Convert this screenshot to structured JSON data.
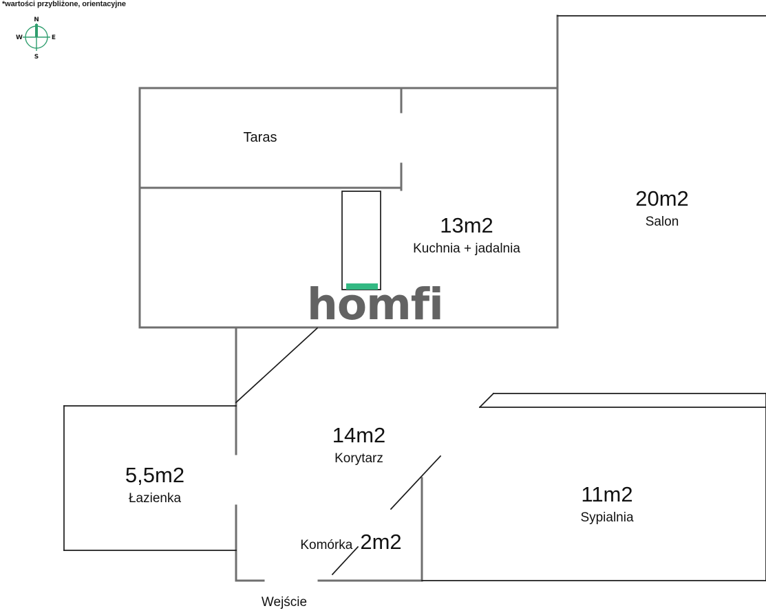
{
  "disclaimer": "*wartości przybliżone, orientacyjne",
  "brand": {
    "watermark_text": "homfi",
    "logo_gray": "#636363",
    "accent_green": "#33b983"
  },
  "compass": {
    "name": "compass-rose",
    "color": "#2f9e6e",
    "north": "N",
    "east": "E",
    "south": "S",
    "west": "W"
  },
  "plan": {
    "wall_color": "#6f6f6f",
    "thin_wall_color": "#1b1b1b",
    "background": "#ffffff"
  },
  "rooms": [
    {
      "key": "taras",
      "name": "Taras",
      "area": ""
    },
    {
      "key": "kuchnia",
      "name": "Kuchnia + jadalnia",
      "area": "13m2"
    },
    {
      "key": "salon",
      "name": "Salon",
      "area": "20m2"
    },
    {
      "key": "korytarz",
      "name": "Korytarz",
      "area": "14m2"
    },
    {
      "key": "lazienka",
      "name": "Łazienka",
      "area": "5,5m2"
    },
    {
      "key": "sypialnia",
      "name": "Sypialnia",
      "area": "11m2"
    },
    {
      "key": "komorka",
      "name": "Komórka",
      "area": "2m2"
    },
    {
      "key": "wejscie",
      "name": "Wejście",
      "area": ""
    }
  ],
  "labels": {
    "taras_name": "Taras",
    "kuchnia_area": "13m2",
    "kuchnia_name": "Kuchnia + jadalnia",
    "salon_area": "20m2",
    "salon_name": "Salon",
    "korytarz_area": "14m2",
    "korytarz_name": "Korytarz",
    "lazienka_area": "5,5m2",
    "lazienka_name": "Łazienka",
    "sypialnia_area": "11m2",
    "sypialnia_name": "Sypialnia",
    "komorka_name": "Komórka",
    "komorka_area": "2m2",
    "wejscie_name": "Wejście"
  }
}
